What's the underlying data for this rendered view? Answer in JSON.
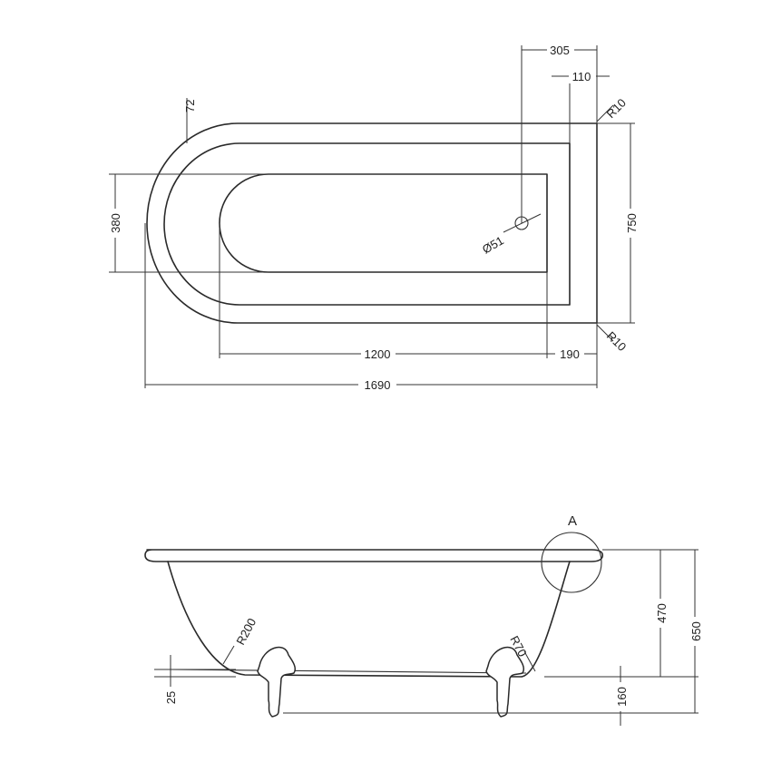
{
  "plan_view": {
    "dim_hole_offset": "305",
    "dim_rim_offset": "110",
    "dim_corner_radius_top": "R10",
    "dim_rim_width": "72",
    "dim_inner_width": "380",
    "dim_outer_width": "750",
    "dim_waste_diameter": "Ø51",
    "dim_inner_length": "1200",
    "dim_end_offset": "190",
    "dim_corner_radius_bottom": "R10",
    "dim_overall_length": "1690"
  },
  "side_view": {
    "detail_label": "A",
    "dim_base_radius": "R200",
    "dim_heel_radius": "R70",
    "dim_bath_depth": "470",
    "dim_overall_height": "650",
    "dim_foot_offset": "25",
    "dim_foot_height": "160"
  }
}
